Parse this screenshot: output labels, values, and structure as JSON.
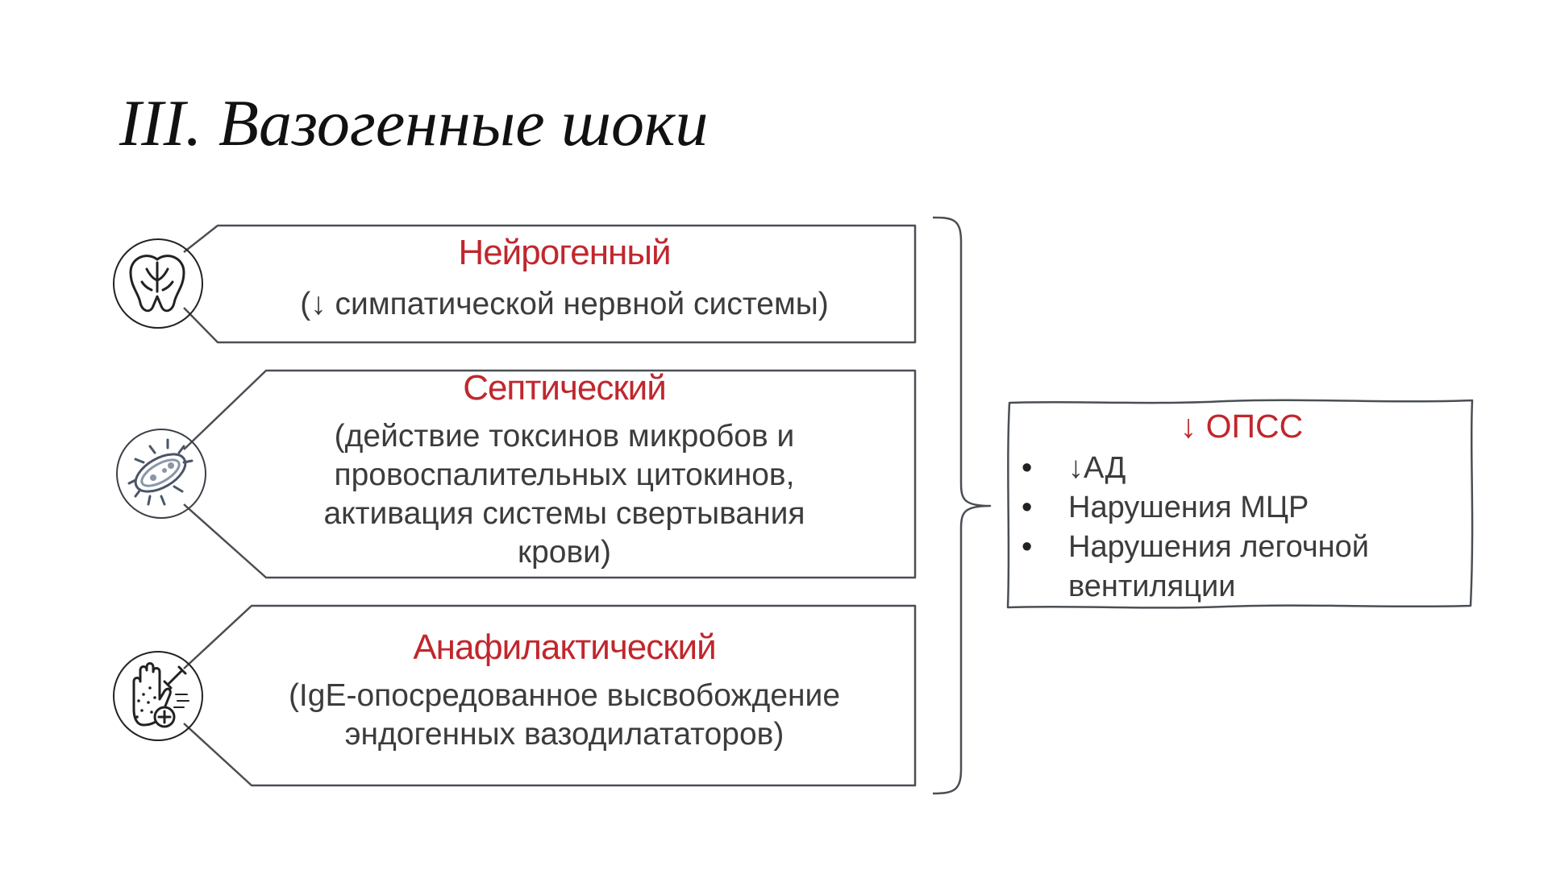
{
  "title": "III. Вазогенные шоки",
  "cards": [
    {
      "title": "Нейрогенный",
      "desc_lines": [
        "(↓ симпатической нервной системы)"
      ],
      "icon": "spinal-cord-icon"
    },
    {
      "title": "Септический",
      "desc_lines": [
        "(действие токсинов микробов и",
        "провоспалительных цитокинов,",
        "активация системы свертывания",
        "крови)"
      ],
      "icon": "bacteria-icon"
    },
    {
      "title": "Анафилактический",
      "desc_lines": [
        "(IgE-опосредованное высвобождение",
        "эндогенных вазодилататоров)"
      ],
      "icon": "allergy-hand-icon"
    }
  ],
  "summary": {
    "title": "↓ ОПСС",
    "items": [
      "↓АД",
      "Нарушения МЦР",
      "Нарушения легочной",
      "вентиляции"
    ]
  },
  "colors": {
    "accent": "#c0272d",
    "text": "#3c3c3c",
    "line": "#4a4f55"
  }
}
